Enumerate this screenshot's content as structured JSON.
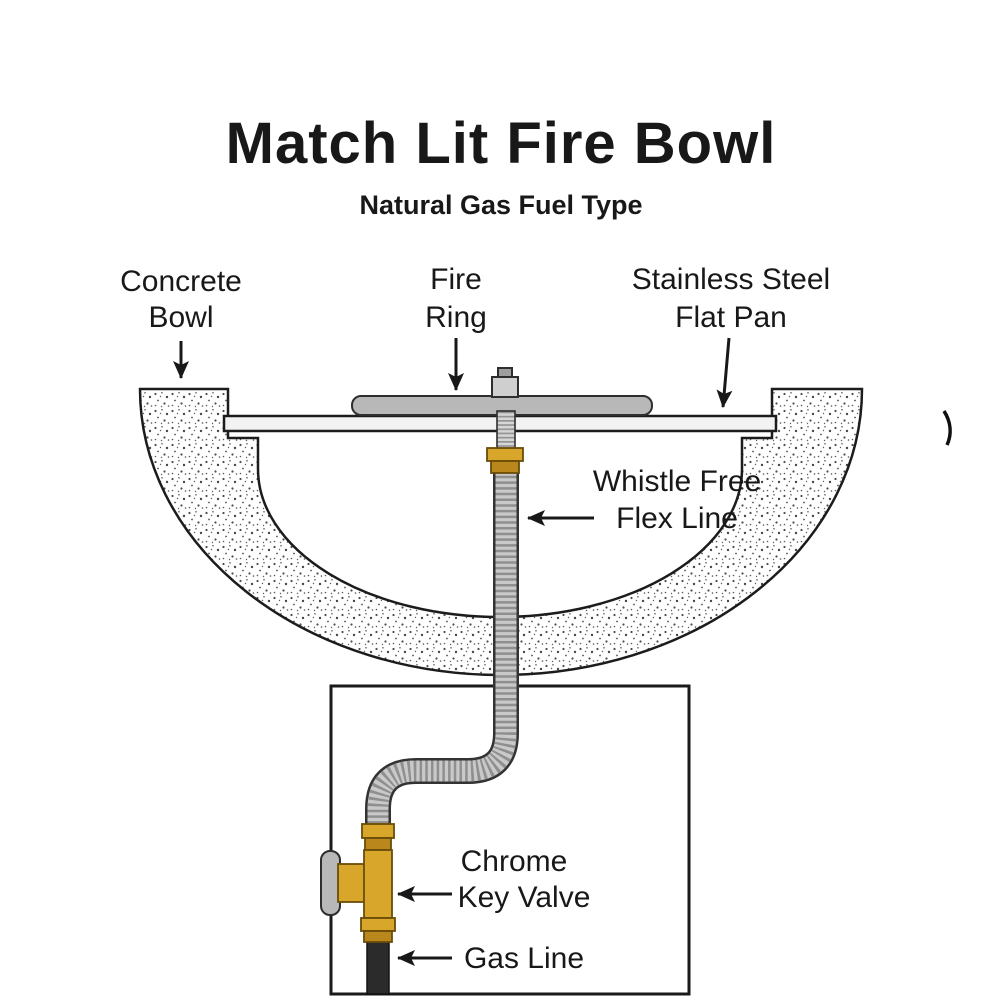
{
  "page": {
    "title": "Match Lit Fire Bowl",
    "subtitle": "Natural Gas Fuel Type"
  },
  "callouts": {
    "concrete_bowl": {
      "line1": "Concrete",
      "line2": "Bowl"
    },
    "fire_ring": {
      "line1": "Fire",
      "line2": "Ring"
    },
    "flat_pan": {
      "line1": "Stainless Steel",
      "line2": "Flat Pan"
    },
    "flex_line": {
      "line1": "Whistle Free",
      "line2": "Flex Line"
    },
    "key_valve": {
      "line1": "Chrome",
      "line2": "Key Valve"
    },
    "gas_line": {
      "line1": "Gas Line"
    }
  },
  "colors": {
    "ink": "#181818",
    "steel_gray": "#b8b8b8",
    "light_steel": "#cfcfcf",
    "pan_fill": "#f2f2f2",
    "brass": "#d7a62a",
    "brass_dark": "#b9871b",
    "flex_gray": "#c9c9c9",
    "flex_rib": "#8f8f8f",
    "gas_black": "#2b2b2b",
    "background": "#ffffff"
  }
}
